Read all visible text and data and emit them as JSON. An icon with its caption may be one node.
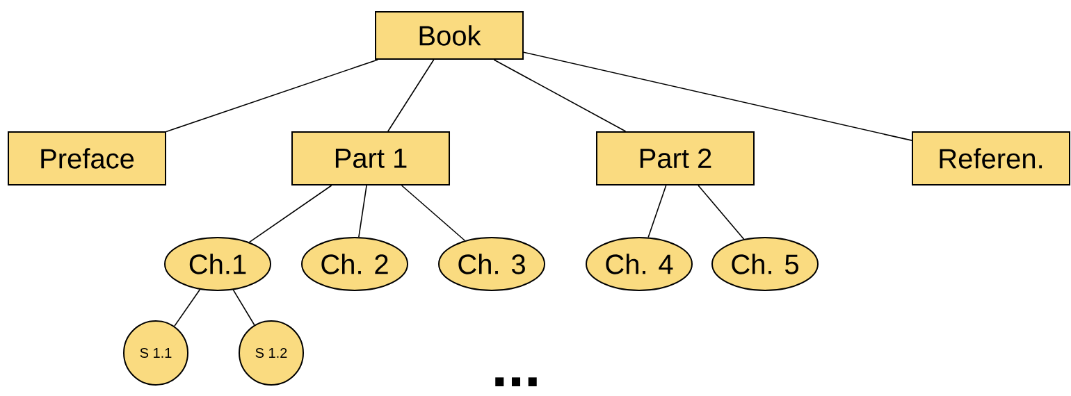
{
  "diagram": {
    "nodes": [
      {
        "text": [
          "Book"
        ]
      },
      {
        "text": [
          "Preface"
        ]
      },
      {
        "text": [
          "Part 1"
        ]
      },
      {
        "text": [
          "Part 2"
        ]
      },
      {
        "text": [
          "Referen."
        ]
      },
      {
        "text": [
          "Ch.1"
        ]
      },
      {
        "text": [
          "Ch. 2"
        ]
      },
      {
        "text": [
          "Ch. 3"
        ]
      },
      {
        "text": [
          "Ch. 4"
        ]
      },
      {
        "text": [
          "Ch. 5"
        ]
      },
      {
        "text": [
          "S 1.1"
        ]
      },
      {
        "text": [
          "S 1.2"
        ]
      }
    ],
    "edges": [
      {
        "from": 0,
        "to": 1,
        "arrow": "none"
      },
      {
        "from": 0,
        "to": 2,
        "arrow": "none"
      },
      {
        "from": 0,
        "to": 3,
        "arrow": "none"
      },
      {
        "from": 0,
        "to": 4,
        "arrow": "none"
      },
      {
        "from": 2,
        "to": 5,
        "arrow": "none"
      },
      {
        "from": 2,
        "to": 6,
        "arrow": "none"
      },
      {
        "from": 2,
        "to": 7,
        "arrow": "none"
      },
      {
        "from": 3,
        "to": 8,
        "arrow": "none"
      },
      {
        "from": 3,
        "to": 9,
        "arrow": "none"
      },
      {
        "from": 5,
        "to": 10,
        "arrow": "none"
      },
      {
        "from": 5,
        "to": 11,
        "arrow": "none"
      }
    ],
    "labels": [
      "..."
    ]
  }
}
